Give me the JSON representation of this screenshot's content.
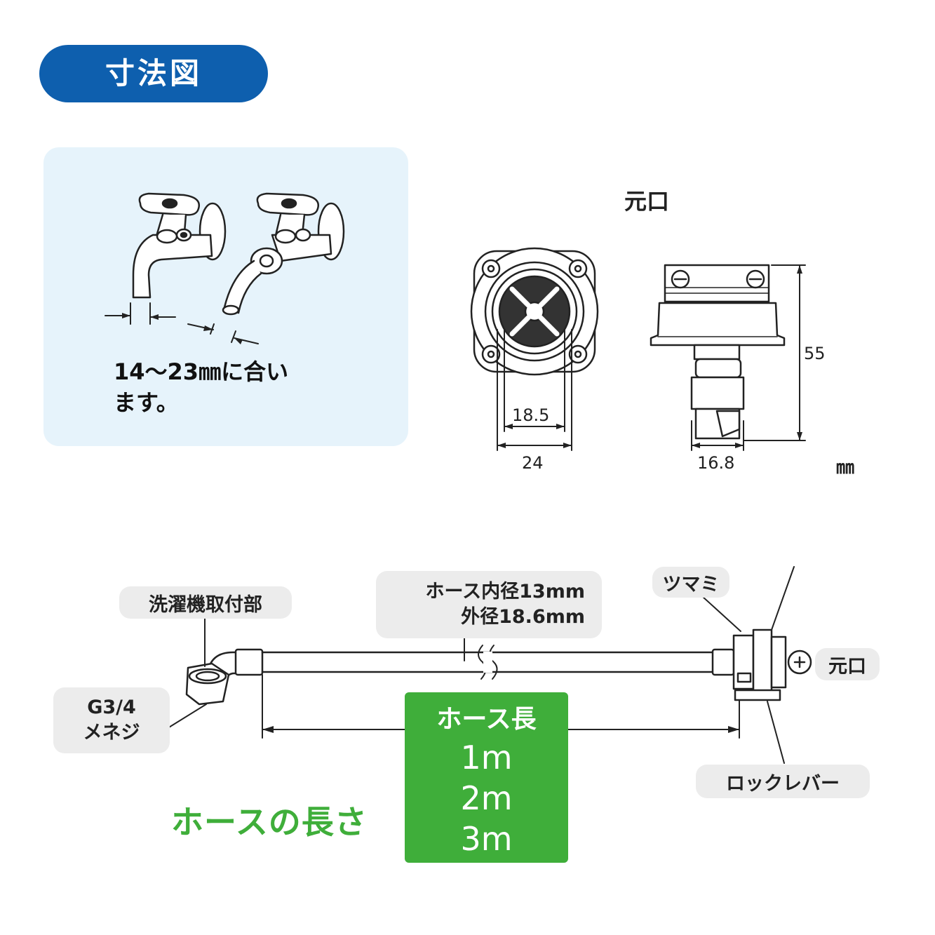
{
  "header": {
    "title": "寸法図"
  },
  "fit_panel": {
    "line1": "14〜23㎜に合い",
    "line2": "ます。"
  },
  "top_diagram": {
    "heading": "元口",
    "dim_inner": "18.5",
    "dim_outer": "24",
    "dim_height": "55",
    "dim_width": "16.8",
    "unit": "㎜"
  },
  "hose_diagram": {
    "label_machine": "洗濯機取付部",
    "label_thread_line1": "G3/4",
    "label_thread_line2": "メネジ",
    "label_dia_line1": "ホース内径13mm",
    "label_dia_line2": "外径18.6mm",
    "label_knob": "ツマミ",
    "label_mouth": "元口",
    "label_lever": "ロックレバー",
    "length_box": {
      "heading": "ホース長",
      "lengths": [
        "1m",
        "2m",
        "3m"
      ]
    },
    "length_caption": "ホースの長さ"
  },
  "colors": {
    "title_blue": "#0e5fae",
    "panel_blue": "#e6f3fb",
    "green": "#3fae3a",
    "pill_gray": "#ececec"
  }
}
